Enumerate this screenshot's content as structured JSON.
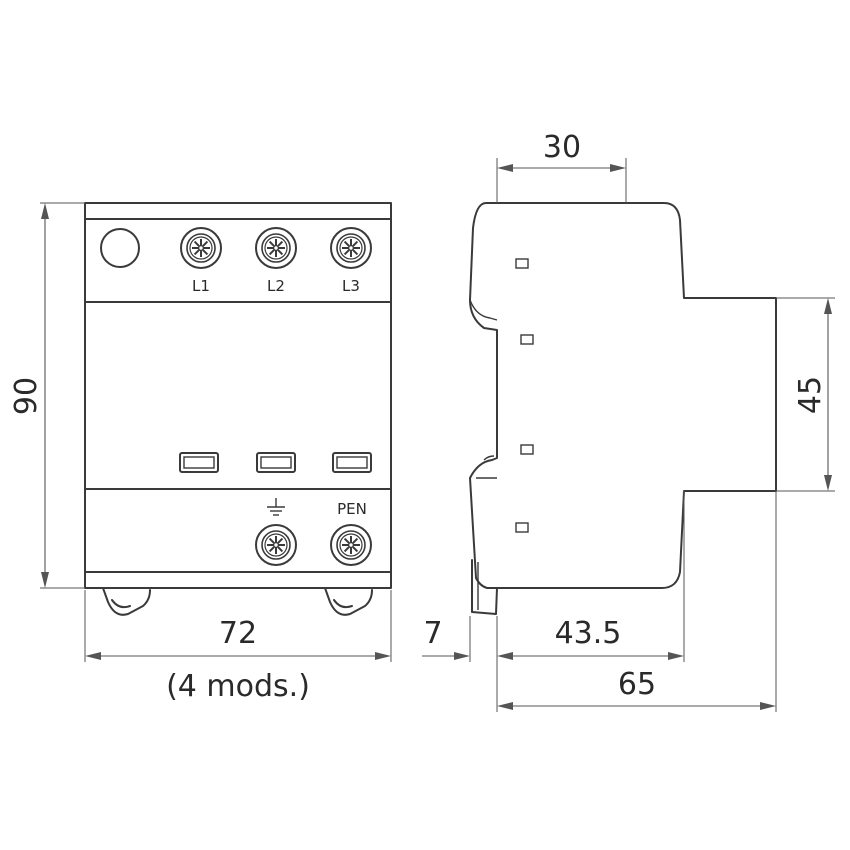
{
  "terminals_top": [
    "L1",
    "L2",
    "L3"
  ],
  "terminal_bottom_ground": "⏚",
  "terminal_bottom_pen": "PEN",
  "dimensions": {
    "height": "90",
    "width": "72",
    "width_note": "(4 mods.)",
    "top_depth": "30",
    "front_height": "45",
    "rail_offset": "7",
    "body_depth": "43.5",
    "total_depth": "65"
  },
  "colors": {
    "line": "#3a3a3a",
    "dimension": "#555555",
    "background": "#ffffff"
  }
}
